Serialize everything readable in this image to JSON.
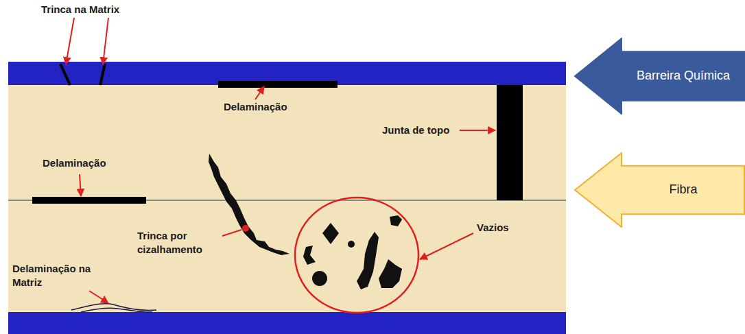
{
  "diagram": {
    "nodes": [
      {
        "text": [
          "Barreira Química"
        ]
      },
      {
        "text": [
          "Fibra"
        ]
      }
    ],
    "labels": [
      "Trinca na Matrix",
      "Delaminação",
      "Junta de topo",
      "Delaminação",
      "Trinca por cizalhamento",
      "Vazios",
      "Delaminação na Matriz"
    ]
  }
}
